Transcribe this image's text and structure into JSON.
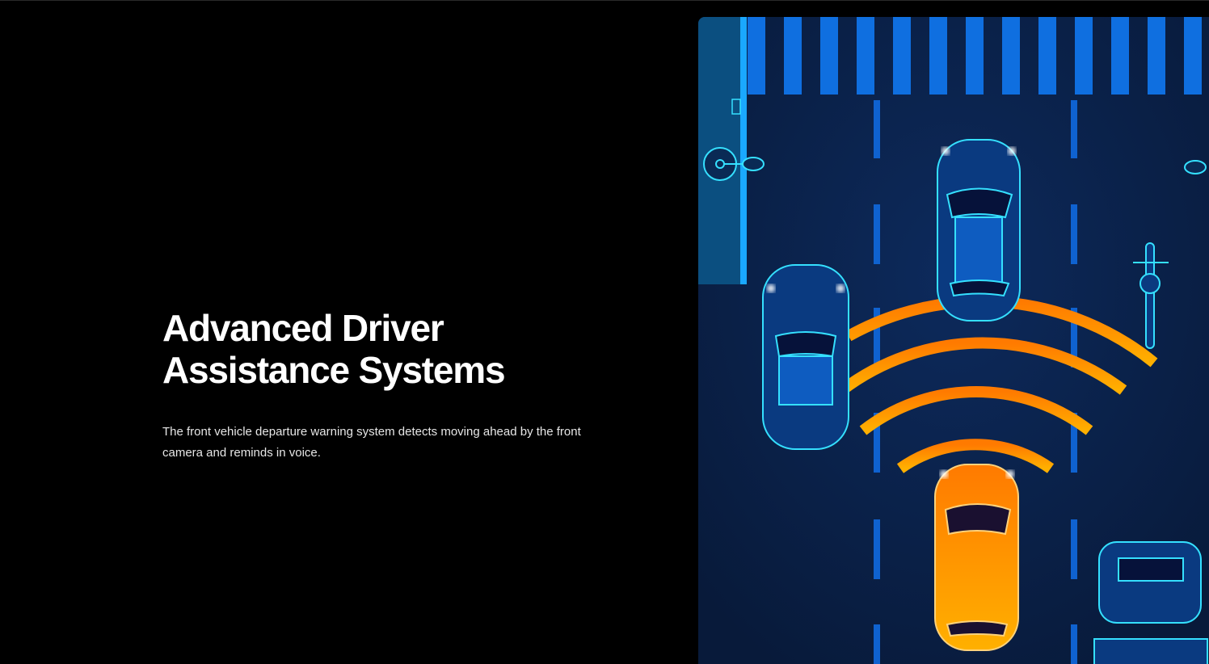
{
  "hero": {
    "title_line1": "Advanced Driver",
    "title_line2": "Assistance Systems",
    "description": "The front vehicle departure warning system detects moving ahead by the front camera and reminds in voice."
  },
  "illustration": {
    "subject": "adas-road-scene-icon",
    "colors": {
      "road": "#0a1f44",
      "crosswalk": "#0f6fe0",
      "outline": "#35e0ff",
      "ego_car": "#ff8a00",
      "warning_arc": "#ffaa33"
    }
  }
}
